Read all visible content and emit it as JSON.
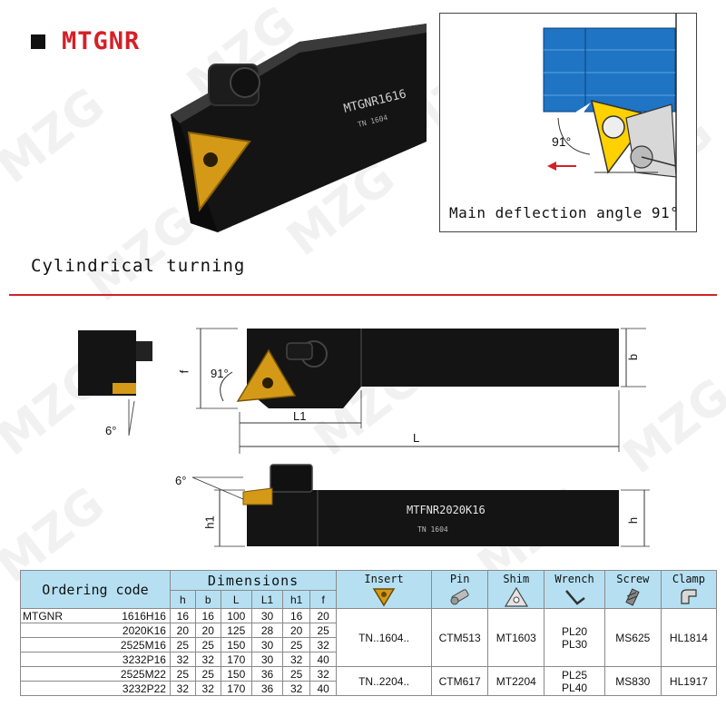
{
  "header": {
    "title": "MTGNR"
  },
  "photo": {
    "holder_marking": "MTGNR1616",
    "holder_marking_sub": "TN 1604"
  },
  "angle_diagram": {
    "angle_label": "91°",
    "caption": "Main deflection angle 91°"
  },
  "section": {
    "caption": "Cylindrical turning"
  },
  "drawing": {
    "labels": {
      "f": "f",
      "angle": "91°",
      "L1": "L1",
      "L": "L",
      "b": "b",
      "side_angle": "6°",
      "clearance_angle": "6°",
      "h1": "h1",
      "h": "h"
    },
    "side_marking": "MTFNR2020K16",
    "side_marking_sub": "TN 1604"
  },
  "watermark": {
    "text": "MZG"
  },
  "table": {
    "ordering_code_header": "Ordering code",
    "dimensions_header": "Dimensions",
    "dimension_columns": [
      "h",
      "b",
      "L",
      "L1",
      "h1",
      "f"
    ],
    "accessory_headers": [
      "Insert",
      "Pin",
      "Shim",
      "Wrench",
      "Screw",
      "Clamp"
    ],
    "accessory_icons": [
      "insert-icon",
      "pin-icon",
      "shim-icon",
      "wrench-icon",
      "screw-icon",
      "clamp-icon"
    ],
    "series": "MTGNR",
    "rows": [
      {
        "code": "1616H16",
        "dims": [
          "16",
          "16",
          "100",
          "30",
          "16",
          "20"
        ]
      },
      {
        "code": "2020K16",
        "dims": [
          "20",
          "20",
          "125",
          "28",
          "20",
          "25"
        ]
      },
      {
        "code": "2525M16",
        "dims": [
          "25",
          "25",
          "150",
          "30",
          "25",
          "32"
        ]
      },
      {
        "code": "3232P16",
        "dims": [
          "32",
          "32",
          "170",
          "30",
          "32",
          "40"
        ]
      },
      {
        "code": "2525M22",
        "dims": [
          "25",
          "25",
          "150",
          "36",
          "25",
          "32"
        ]
      },
      {
        "code": "3232P22",
        "dims": [
          "32",
          "32",
          "170",
          "36",
          "32",
          "40"
        ]
      }
    ],
    "accessory_groups": [
      {
        "insert": "TN..1604..",
        "pin": "CTM513",
        "shim": "MT1603",
        "wrench": [
          "PL20",
          "PL30"
        ],
        "screw": "MS625",
        "clamp": "HL1814"
      },
      {
        "insert": "TN..2204..",
        "pin": "CTM617",
        "shim": "MT2204",
        "wrench": [
          "PL25",
          "PL40"
        ],
        "screw": "MS830",
        "clamp": "HL1917"
      }
    ]
  },
  "colors": {
    "accent_red": "#d42028",
    "table_header": "#b6e0f2",
    "workpiece_blue": "#1f74c4",
    "insert_gold": "#d49a17"
  }
}
